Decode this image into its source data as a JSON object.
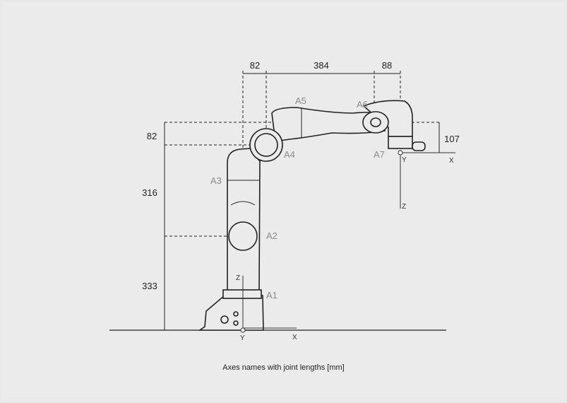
{
  "diagram": {
    "dimensions": {
      "top": [
        "82",
        "384",
        "88"
      ],
      "left": [
        "82",
        "316",
        "333"
      ],
      "right": "107"
    },
    "axes": [
      "A1",
      "A2",
      "A3",
      "A4",
      "A5",
      "A6",
      "A7"
    ],
    "coords": {
      "base_z": "Z",
      "base_x": "X",
      "base_y": "Y",
      "flange_x": "X",
      "flange_y": "Y",
      "flange_z": "Z"
    }
  },
  "caption": "Axes names with joint lengths [mm]"
}
